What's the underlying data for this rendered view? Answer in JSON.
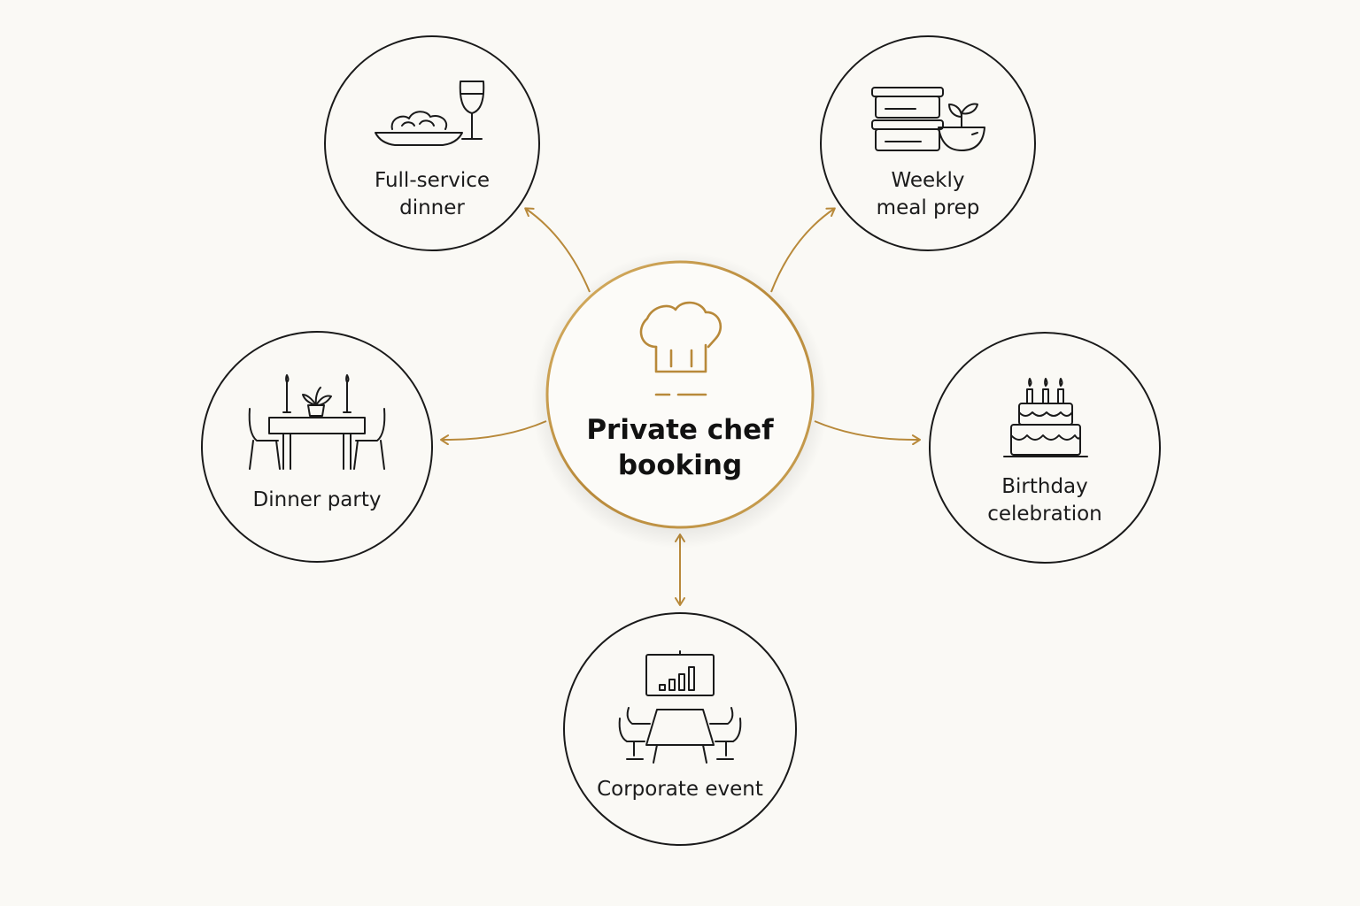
{
  "center": {
    "title": "Private chef\nbooking",
    "icon": "chef-hat-icon"
  },
  "nodes": {
    "full_service": {
      "label": "Full-service\ndinner",
      "icon": "plated-dish-wine-icon"
    },
    "weekly_meal_prep": {
      "label": "Weekly\nmeal prep",
      "icon": "meal-prep-containers-icon"
    },
    "dinner_party": {
      "label": "Dinner party",
      "icon": "dining-table-candles-icon"
    },
    "birthday": {
      "label": "Birthday\ncelebration",
      "icon": "birthday-cake-icon"
    },
    "corporate": {
      "label": "Corporate event",
      "icon": "conference-table-chart-icon"
    }
  },
  "colors": {
    "accent_gold": "#b8893a",
    "outline": "#1a1a1a",
    "background": "#faf9f5"
  }
}
